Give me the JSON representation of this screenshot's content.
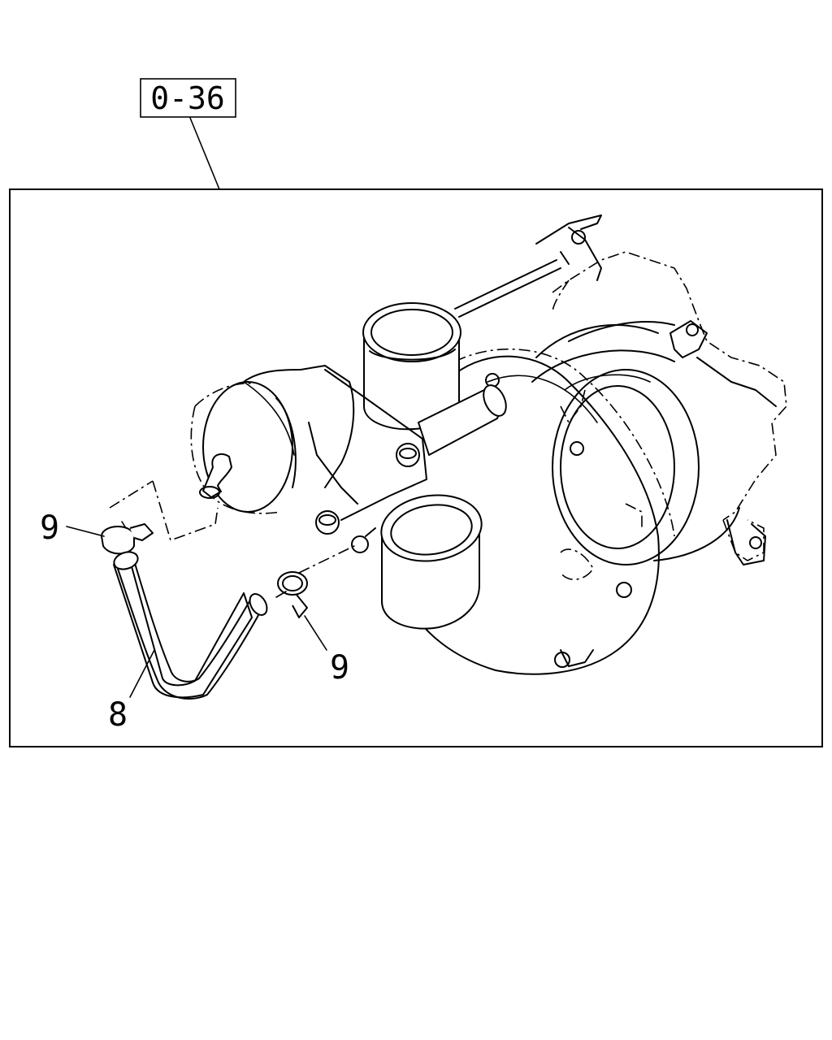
{
  "reference_box": {
    "label": "0-36"
  },
  "callouts": [
    {
      "id": "clamp-upper",
      "number": "9"
    },
    {
      "id": "pipe",
      "number": "8"
    },
    {
      "id": "clamp-lower",
      "number": "9"
    }
  ]
}
